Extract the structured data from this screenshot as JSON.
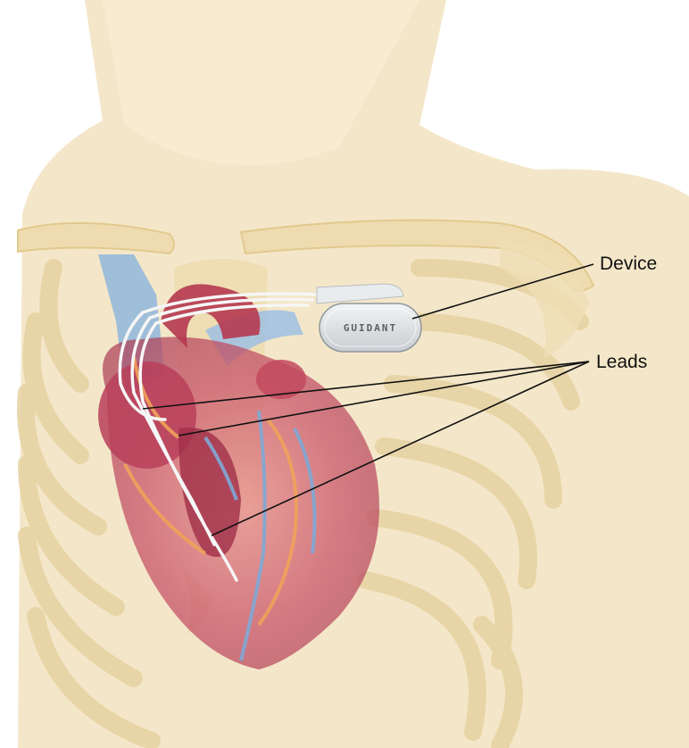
{
  "labels": {
    "device": "Device",
    "leads": "Leads"
  },
  "device_brand": "GUIDANT",
  "colors": {
    "skin": "#f4e7c9",
    "bone": "#eedcb0",
    "bone_edge": "#e2c98e",
    "heart": "#c24a5e",
    "heart_dark": "#9c2f44",
    "vein_blue": "#8fb6dc",
    "lead_white": "#f6f6f6",
    "device_gray": "#dfe1e3",
    "callout_line": "#111111"
  }
}
